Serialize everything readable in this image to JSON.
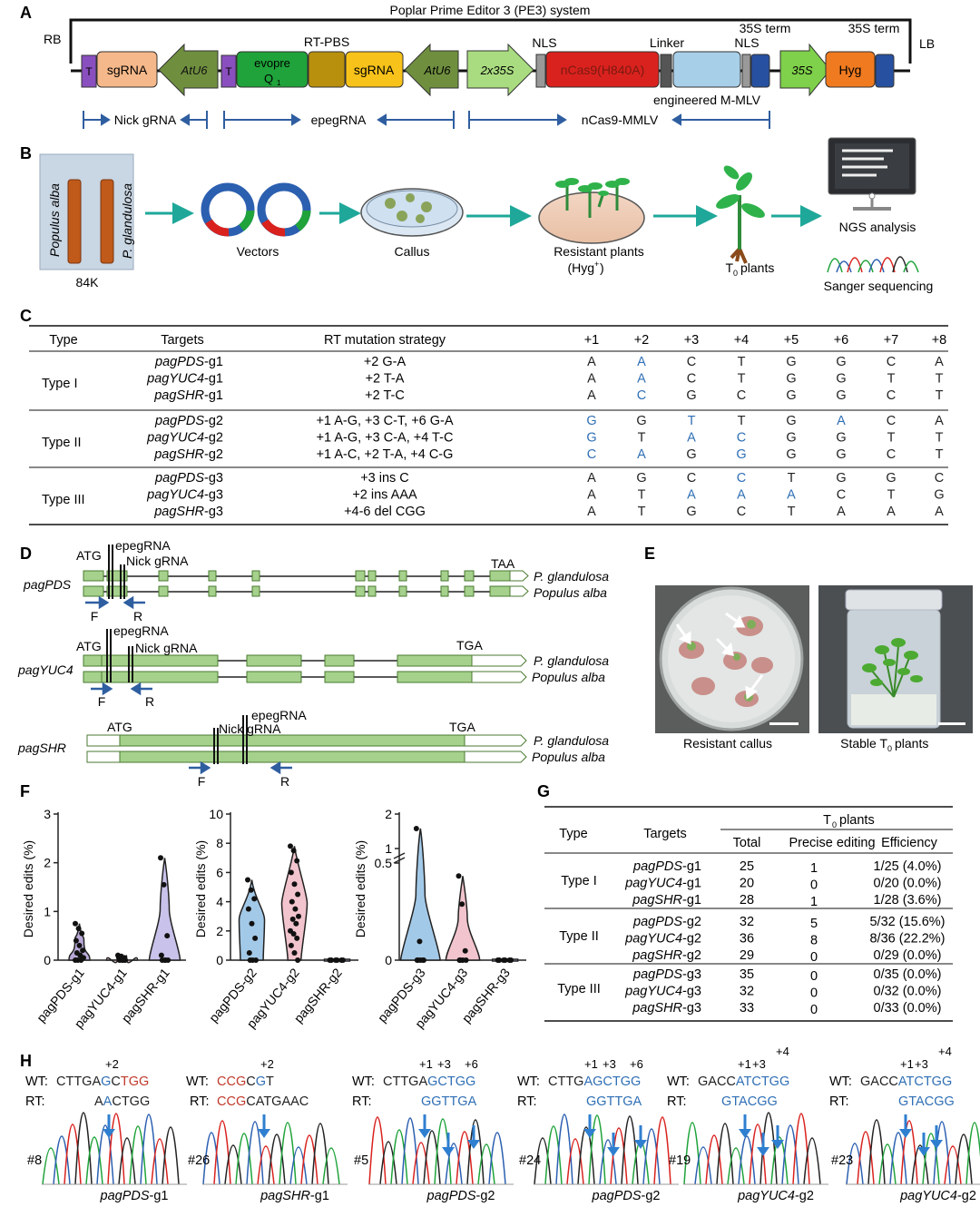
{
  "panelA": {
    "label": "A",
    "title": "Poplar Prime Editor 3 (PE3) system",
    "rb": "RB",
    "lb": "LB",
    "T": "T",
    "sgRNA": "sgRNA",
    "AtU6": "AtU6",
    "evopre": "evopre",
    "Q1": "Q",
    "rtpbs": "RT-PBS",
    "x35s": "2x35S",
    "nls": "NLS",
    "ncas9": "nCas9(H840A)",
    "linker": "Linker",
    "term35s": "35S term",
    "p35s": "35S",
    "hyg": "Hyg",
    "mmlv": "engineered M-MLV",
    "nickgrna": "Nick gRNA",
    "epegrna": "epegRNA",
    "ncas9mmlv": "nCas9-MMLV"
  },
  "panelB": {
    "label": "B",
    "populus": "Populus alba",
    "glandulosa": "P. glandulosa",
    "k84": "84K",
    "vectors": "Vectors",
    "callus": "Callus",
    "resistant": "Resistant plants",
    "hyg": "(Hyg",
    "t0": "T",
    "t0b": "plants",
    "ngs": "NGS analysis",
    "sanger": "Sanger sequencing"
  },
  "panelC": {
    "label": "C",
    "headers": [
      "Type",
      "Targets",
      "RT mutation strategy",
      "+1",
      "+2",
      "+3",
      "+4",
      "+5",
      "+6",
      "+7",
      "+8"
    ],
    "groups": [
      {
        "type": "Type I",
        "rows": [
          {
            "gene": "pagPDS",
            "suffix": "-g1",
            "strategy": "+2 G-A",
            "seq": [
              "A",
              "A",
              "C",
              "T",
              "G",
              "G",
              "C",
              "A"
            ],
            "hl": [
              1
            ]
          },
          {
            "gene": "pagYUC4",
            "suffix": "-g1",
            "strategy": "+2 T-A",
            "seq": [
              "A",
              "A",
              "C",
              "T",
              "G",
              "G",
              "T",
              "T"
            ],
            "hl": [
              1
            ]
          },
          {
            "gene": "pagSHR",
            "suffix": "-g1",
            "strategy": "+2 T-C",
            "seq": [
              "A",
              "C",
              "G",
              "C",
              "G",
              "G",
              "C",
              "T"
            ],
            "hl": [
              1
            ]
          }
        ]
      },
      {
        "type": "Type II",
        "rows": [
          {
            "gene": "pagPDS",
            "suffix": "-g2",
            "strategy": "+1 A-G, +3 C-T, +6 G-A",
            "seq": [
              "G",
              "G",
              "T",
              "T",
              "G",
              "A",
              "C",
              "A"
            ],
            "hl": [
              0,
              2,
              5
            ]
          },
          {
            "gene": "pagYUC4",
            "suffix": "-g2",
            "strategy": "+1 A-G, +3 C-A, +4 T-C",
            "seq": [
              "G",
              "T",
              "A",
              "C",
              "G",
              "G",
              "T",
              "T"
            ],
            "hl": [
              0,
              2,
              3
            ]
          },
          {
            "gene": "pagSHR",
            "suffix": "-g2",
            "strategy": "+1 A-C, +2 T-A, +4 C-G",
            "seq": [
              "C",
              "A",
              "G",
              "G",
              "G",
              "G",
              "C",
              "T"
            ],
            "hl": [
              0,
              1,
              3
            ]
          }
        ]
      },
      {
        "type": "Type III",
        "rows": [
          {
            "gene": "pagPDS",
            "suffix": "-g3",
            "strategy": "+3 ins C",
            "seq": [
              "A",
              "G",
              "C",
              "C",
              "T",
              "G",
              "G",
              "C"
            ],
            "hl": [
              3
            ]
          },
          {
            "gene": "pagYUC4",
            "suffix": "-g3",
            "strategy": "+2 ins AAA",
            "seq": [
              "A",
              "T",
              "A",
              "A",
              "A",
              "C",
              "T",
              "G"
            ],
            "hl": [
              2,
              3,
              4
            ]
          },
          {
            "gene": "pagSHR",
            "suffix": "-g3",
            "strategy": "+4-6 del CGG",
            "seq": [
              "A",
              "T",
              "G",
              "C",
              "T",
              "A",
              "A",
              "A"
            ],
            "hl": []
          }
        ]
      }
    ]
  },
  "panelD": {
    "label": "D",
    "genes": [
      {
        "name": "pagPDS",
        "start": "ATG",
        "stop": "TAA"
      },
      {
        "name": "pagYUC4",
        "start": "ATG",
        "stop": "TGA"
      },
      {
        "name": "pagSHR",
        "start": "ATG",
        "stop": "TGA"
      }
    ],
    "epegrna": "epegRNA",
    "nick": "Nick gRNA",
    "glandulosa": "P. glandulosa",
    "alba": "Populus alba",
    "F": "F",
    "R": "R"
  },
  "panelE": {
    "label": "E",
    "left": "Resistant callus",
    "right": "Stable T",
    "right2": "plants"
  },
  "panelF": {
    "label": "F",
    "ylabel": "Desired edits (%)",
    "charts": [
      {
        "ymax": 3,
        "ticks": [
          "0",
          "1",
          "2",
          "3"
        ],
        "cats": [
          "pagPDS-g1",
          "pagYUC4-g1",
          "pagSHR-g1"
        ]
      },
      {
        "ymax": 10,
        "ticks": [
          "0",
          "2",
          "4",
          "6",
          "8",
          "10"
        ],
        "cats": [
          "pagPDS-g2",
          "pagYUC4-g2",
          "pagSHR-g2"
        ]
      },
      {
        "ticks": [
          "0",
          "0.5",
          "1",
          "2"
        ],
        "cats": [
          "pagPDS-g3",
          "pagYUC4-g3",
          "pagSHR-g3"
        ]
      }
    ]
  },
  "chart_data": [
    {
      "type": "violin",
      "ylabel": "Desired edits (%)",
      "ylim": [
        0,
        3
      ],
      "categories": [
        "pagPDS-g1",
        "pagYUC4-g1",
        "pagSHR-g1"
      ],
      "series": [
        {
          "values": [
            0.75,
            0.65,
            0.55,
            0.4,
            0.3,
            0.2,
            0.15,
            0.1,
            0.05,
            0,
            0,
            0
          ]
        },
        {
          "values": [
            0.1,
            0.08,
            0.05,
            0.05,
            0,
            0,
            0,
            0
          ]
        },
        {
          "values": [
            2.1,
            1.55,
            0.5,
            0.1,
            0,
            0,
            0,
            0
          ]
        }
      ]
    },
    {
      "type": "violin",
      "ylabel": "Desired edits (%)",
      "ylim": [
        0,
        10
      ],
      "categories": [
        "pagPDS-g2",
        "pagYUC4-g2",
        "pagSHR-g2"
      ],
      "series": [
        {
          "values": [
            5.5,
            4.8,
            4.2,
            3.5,
            2.5,
            1.5,
            0.5,
            0,
            0,
            0
          ]
        },
        {
          "values": [
            7.8,
            7.5,
            6.8,
            6.0,
            5.2,
            4.5,
            4.0,
            3.5,
            3.0,
            2.8,
            2.5,
            2.0,
            1.8,
            1.5,
            1.0,
            0.5,
            0
          ]
        },
        {
          "values": [
            0,
            0,
            0,
            0,
            0,
            0
          ]
        }
      ]
    },
    {
      "type": "violin",
      "ylabel": "Desired edits (%)",
      "broken_axis": true,
      "categories": [
        "pagPDS-g3",
        "pagYUC4-g3",
        "pagSHR-g3"
      ],
      "series": [
        {
          "values": [
            1.5,
            0.1,
            0,
            0,
            0,
            0,
            0
          ]
        },
        {
          "values": [
            0.45,
            0.3,
            0.05,
            0,
            0,
            0,
            0
          ]
        },
        {
          "values": [
            0,
            0,
            0,
            0,
            0,
            0
          ]
        }
      ]
    }
  ],
  "panelG": {
    "label": "G",
    "h_type": "Type",
    "h_targets": "Targets",
    "h_t0": "T",
    "h_t0b": "plants",
    "h_total": "Total",
    "h_precise": "Precise editing",
    "h_eff": "Efficiency",
    "groups": [
      {
        "type": "Type I",
        "rows": [
          {
            "gene": "pagPDS",
            "suffix": "-g1",
            "total": "25",
            "precise": "1",
            "eff": "1/25 (4.0%)"
          },
          {
            "gene": "pagYUC4",
            "suffix": "-g1",
            "total": "20",
            "precise": "0",
            "eff": "0/20 (0.0%)"
          },
          {
            "gene": "pagSHR",
            "suffix": "-g1",
            "total": "28",
            "precise": "1",
            "eff": "1/28 (3.6%)"
          }
        ]
      },
      {
        "type": "Type II",
        "rows": [
          {
            "gene": "pagPDS",
            "suffix": "-g2",
            "total": "32",
            "precise": "5",
            "eff": "5/32 (15.6%)"
          },
          {
            "gene": "pagYUC4",
            "suffix": "-g2",
            "total": "36",
            "precise": "8",
            "eff": "8/36 (22.2%)"
          },
          {
            "gene": "pagSHR",
            "suffix": "-g2",
            "total": "29",
            "precise": "0",
            "eff": "0/29 (0.0%)"
          }
        ]
      },
      {
        "type": "Type III",
        "rows": [
          {
            "gene": "pagPDS",
            "suffix": "-g3",
            "total": "35",
            "precise": "0",
            "eff": "0/35 (0.0%)"
          },
          {
            "gene": "pagYUC4",
            "suffix": "-g3",
            "total": "32",
            "precise": "0",
            "eff": "0/32 (0.0%)"
          },
          {
            "gene": "pagSHR",
            "suffix": "-g3",
            "total": "33",
            "precise": "0",
            "eff": "0/33 (0.0%)"
          }
        ]
      }
    ]
  },
  "panelH": {
    "label": "H",
    "wt": "WT:",
    "rt": "RT:",
    "traces": [
      {
        "sample": "#8",
        "gene": "pagPDS",
        "suffix": "-g1",
        "pos": [
          "+2"
        ],
        "wt": [
          [
            "CTTGA",
            "k"
          ],
          [
            "G",
            "b"
          ],
          [
            "C",
            "k"
          ],
          [
            "TGG",
            "r"
          ]
        ],
        "rt": [
          [
            "A",
            "k"
          ],
          [
            "A",
            "b"
          ],
          [
            "CTGG",
            "k"
          ]
        ]
      },
      {
        "sample": "#26",
        "gene": "pagSHR",
        "suffix": "-g1",
        "pos": [
          "+2"
        ],
        "wt": [
          [
            "CCG",
            "r"
          ],
          [
            "C",
            "k"
          ],
          [
            "G",
            "b"
          ],
          [
            "T",
            "k"
          ]
        ],
        "rt": [
          [
            "CCG",
            "r"
          ],
          [
            "C",
            "k"
          ],
          [
            "A",
            "k"
          ],
          [
            "TGAAC",
            "k"
          ]
        ]
      },
      {
        "sample": "#5",
        "gene": "pagPDS",
        "suffix": "-g2",
        "pos": [
          "+1",
          "+3",
          "+6"
        ],
        "wt": [
          [
            "CTTGA",
            "k"
          ],
          [
            "GCTGG",
            "b"
          ]
        ],
        "rt": [
          [
            "GGTTGA",
            "b"
          ]
        ]
      },
      {
        "sample": "#24",
        "gene": "pagPDS",
        "suffix": "-g2",
        "pos": [
          "+1",
          "+3",
          "+6"
        ],
        "wt": [
          [
            "CTTG",
            "k"
          ],
          [
            "AGCTGG",
            "b"
          ]
        ],
        "rt": [
          [
            "GGTTGA",
            "b"
          ]
        ]
      },
      {
        "sample": "#19",
        "gene": "pagYUC4",
        "suffix": "-g2",
        "pos": [
          "+1",
          "+3",
          "+4"
        ],
        "wt": [
          [
            "GACC",
            "k"
          ],
          [
            "ATCTGG",
            "b"
          ]
        ],
        "rt": [
          [
            "GTACGG",
            "b"
          ]
        ]
      },
      {
        "sample": "#23",
        "gene": "pagYUC4",
        "suffix": "-g2",
        "pos": [
          "+1",
          "+3",
          "+4"
        ],
        "wt": [
          [
            "GACC",
            "k"
          ],
          [
            "ATCTGG",
            "b"
          ]
        ],
        "rt": [
          [
            "GTACGG",
            "b"
          ]
        ]
      }
    ]
  }
}
